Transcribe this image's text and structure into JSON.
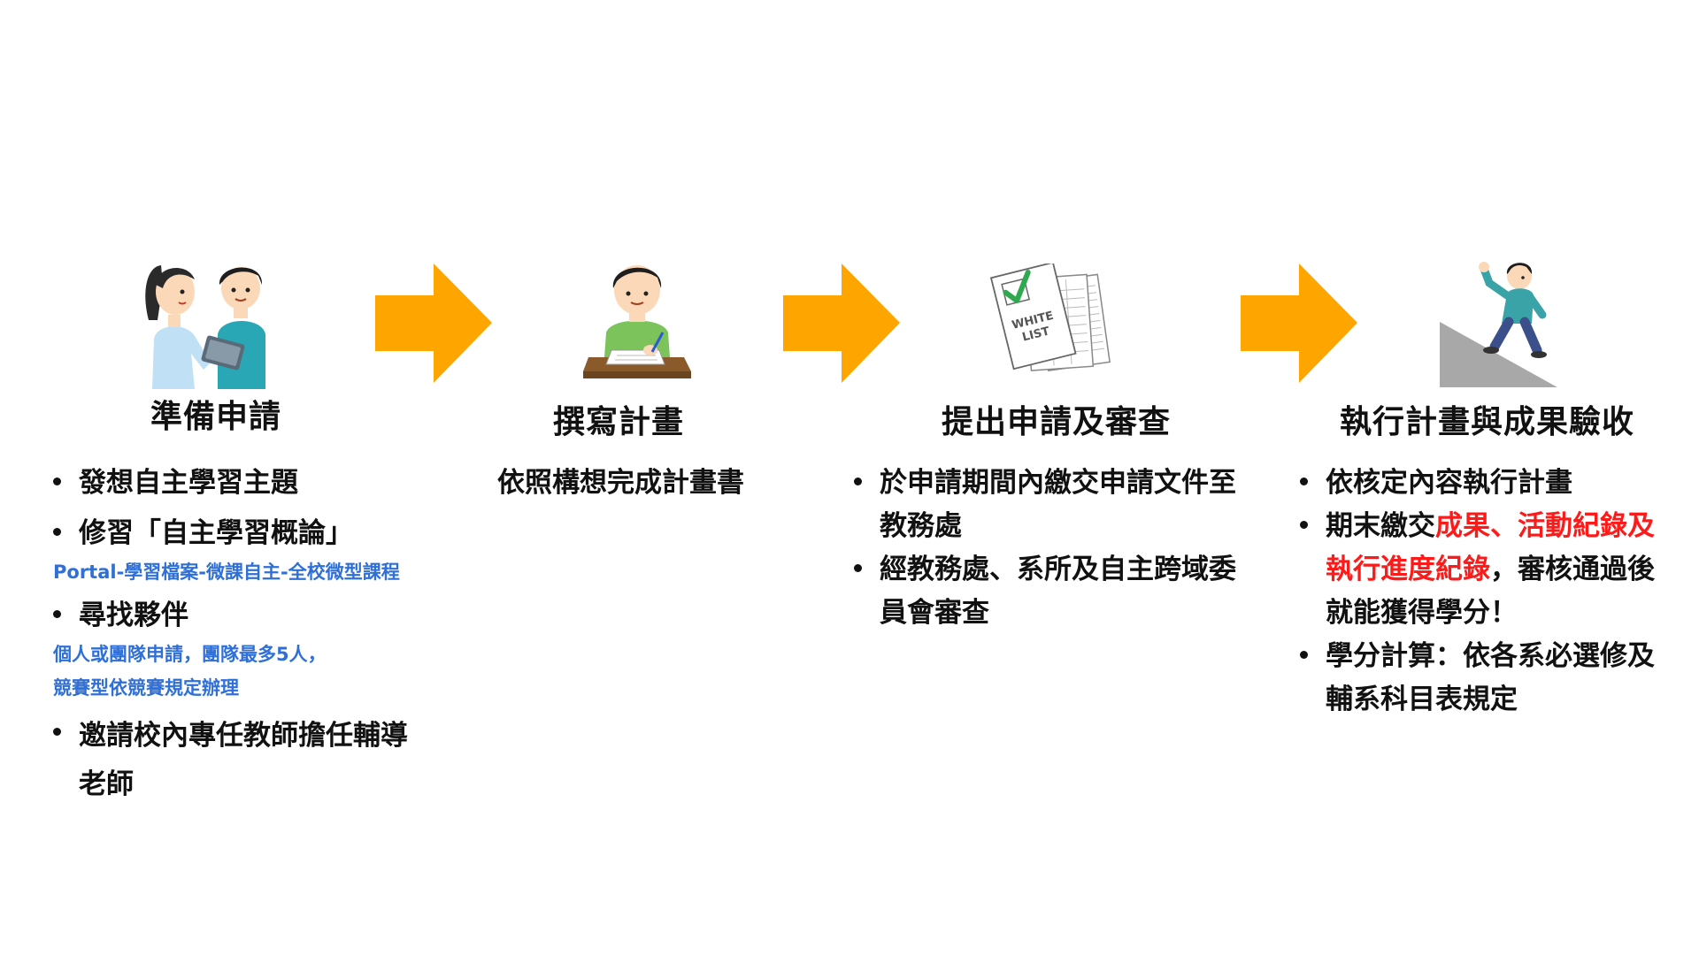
{
  "colors": {
    "arrow": "#ffa500",
    "text": "#111111",
    "note_blue": "#2f6fd8",
    "highlight_red": "#ff1a1a",
    "slope_gray": "#a8a8a8"
  },
  "steps": [
    {
      "title": "準備申請",
      "icon": "two-people-consulting-illustration",
      "items": [
        {
          "text": "發想自主學習主題"
        },
        {
          "text": "修習「自主學習概論」",
          "note": "Portal-學習檔案-微課自主-全校微型課程"
        },
        {
          "text": "尋找夥伴",
          "note_lines": [
            "個人或團隊申請，團隊最多5人，",
            "競賽型依競賽規定辦理"
          ]
        },
        {
          "text": "邀請校內專任教師擔任輔導老師"
        }
      ]
    },
    {
      "title": "撰寫計畫",
      "icon": "person-writing-at-desk-illustration",
      "text": "依照構想完成計畫書"
    },
    {
      "title": "提出申請及審查",
      "icon": "white-list-document-illustration",
      "items": [
        {
          "text": "於申請期間內繳交申請文件至教務處"
        },
        {
          "text": "經教務處、系所及自主跨域委員會審查"
        }
      ]
    },
    {
      "title": "執行計畫與成果驗收",
      "icon": "person-climbing-slope-illustration",
      "items": [
        {
          "text": "依核定內容執行計畫"
        },
        {
          "pre": "期末繳交",
          "highlight": "成果、活動紀錄及執行進度紀錄",
          "post": "，審核通過後就能獲得學分！"
        },
        {
          "text": "學分計算：依各系必選修及輔系科目表規定"
        }
      ]
    }
  ],
  "illustration_text": {
    "doc_line1": "WHITE",
    "doc_line2": "LIST"
  }
}
